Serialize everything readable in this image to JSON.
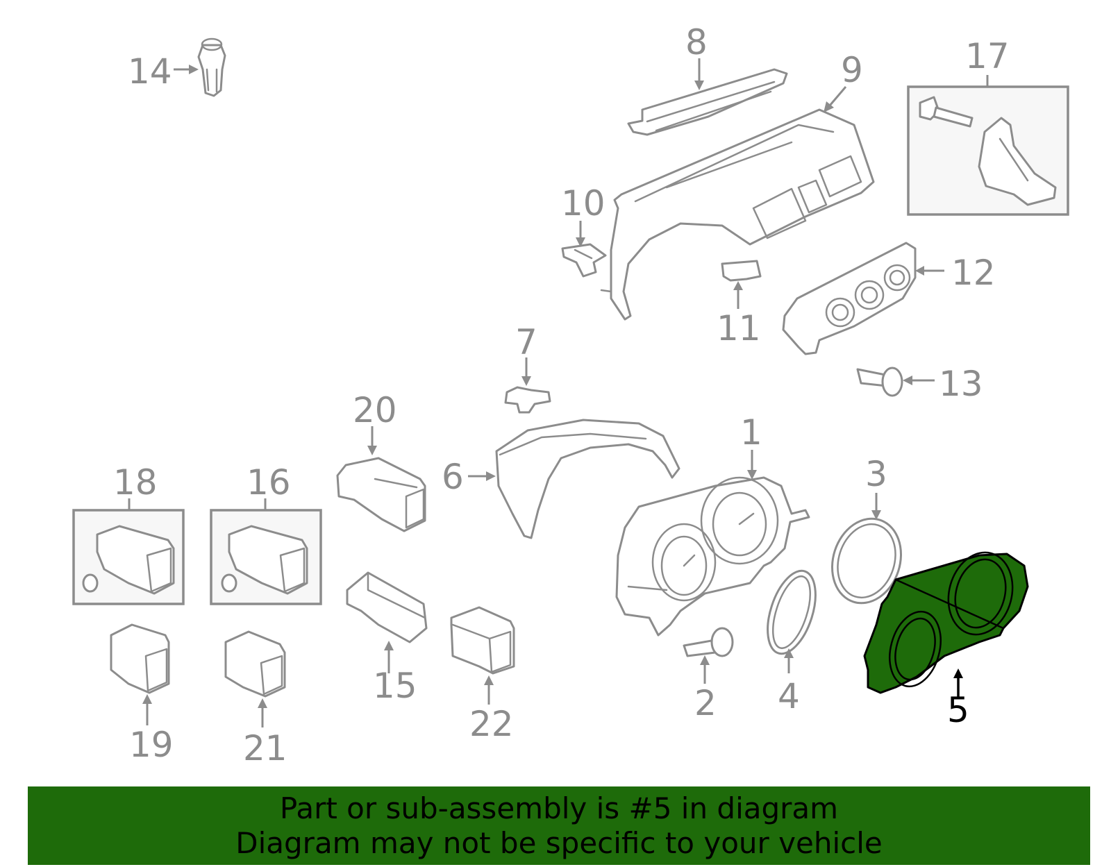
{
  "diagram": {
    "callouts": [
      "1",
      "2",
      "3",
      "4",
      "5",
      "6",
      "7",
      "8",
      "9",
      "10",
      "11",
      "12",
      "13",
      "14",
      "15",
      "16",
      "17",
      "18",
      "19",
      "20",
      "21",
      "22"
    ],
    "highlighted_part": "5",
    "colors": {
      "part_stroke": "#8c8c8c",
      "highlight_fill": "#1e6b0a",
      "banner_bg": "#1e6b0a"
    }
  },
  "banner": {
    "line1": "Part or sub-assembly is #5 in diagram",
    "line2": "Diagram may not be specific to your vehicle"
  }
}
